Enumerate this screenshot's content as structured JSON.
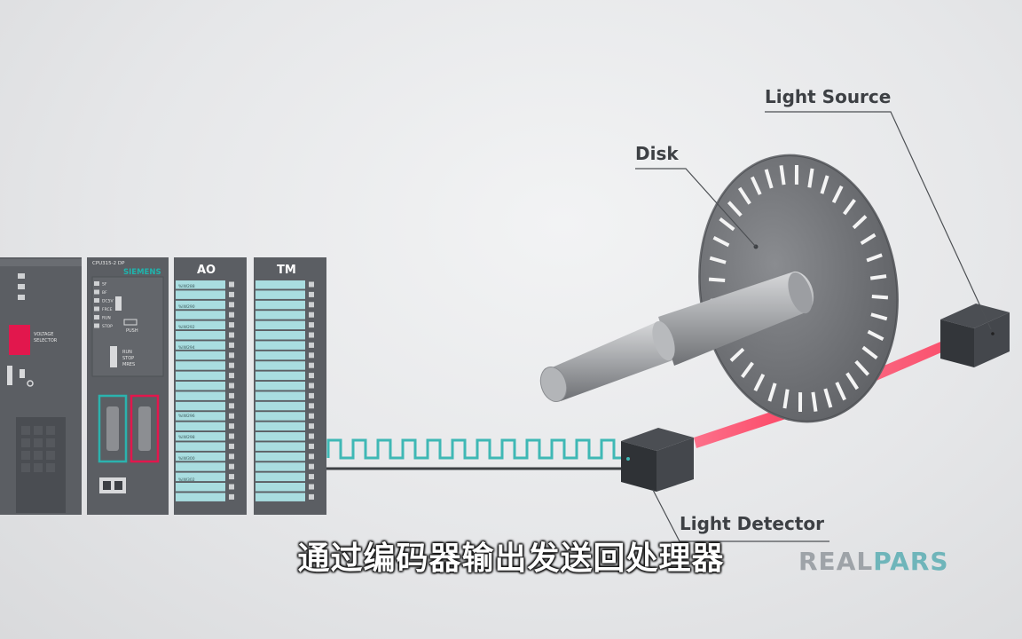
{
  "labels": {
    "light_source": "Light Source",
    "disk": "Disk",
    "light_detector": "Light Detector"
  },
  "subtitle": "通过编码器输出发送回处理器",
  "logo": {
    "part1": "REAL",
    "part2": "PARS"
  },
  "plc": {
    "cpu_model": "CPU315-2 DP",
    "brand": "SIEMENS",
    "status_leds": [
      "SF",
      "BF",
      "DC5V",
      "FRCE",
      "RUN",
      "STOP"
    ],
    "push_label": "PUSH",
    "mode_switch": [
      "RUN",
      "STOP",
      "MRES"
    ],
    "voltage_label_1": "VOLTAGE",
    "voltage_label_2": "SELECTOR",
    "ao_label": "AO",
    "tm_label": "TM",
    "ao_channels_top": [
      "%IW288",
      "%IW290",
      "%IW292",
      "%IW294"
    ],
    "ao_channels_bottom": [
      "%IW296",
      "%IW298",
      "%IW300",
      "%IW302"
    ]
  },
  "colors": {
    "signal": "#3fb8b5",
    "laser": "#ff3355",
    "siemens_green": "#009999",
    "module": "#5b5e63"
  }
}
